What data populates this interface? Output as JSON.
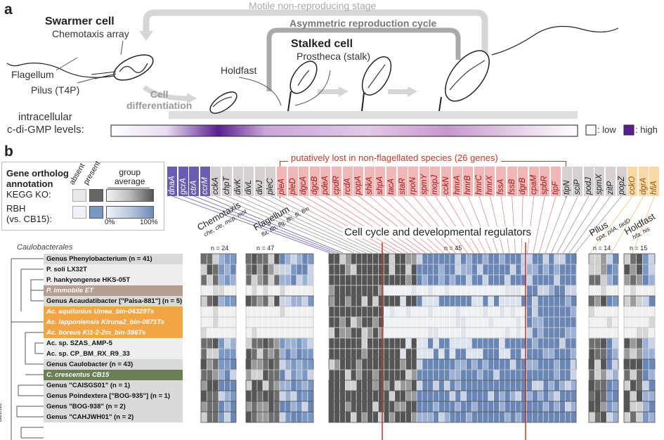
{
  "panel_a": {
    "letter": "a",
    "motile_stage": "Motile non-reproducing stage",
    "asym_cycle": "Asymmetric reproduction cycle",
    "swarmer": "Swarmer cell",
    "chemo_array": "Chemotaxis array",
    "flagellum": "Flagellum",
    "pilus": "Pilus (T4P)",
    "cell_diff_1": "Cell",
    "cell_diff_2": "differentiation",
    "holdfast": "Holdfast",
    "stalked": "Stalked cell",
    "prostheca": "Prostheca (stalk)",
    "cdg_1": "intracellular",
    "cdg_2": "c-di-GMP levels:",
    "low": ": low",
    "high": ": high"
  },
  "panel_b": {
    "letter": "b",
    "legend_title_1": "Gene ortholog",
    "legend_title_2": "annotation",
    "absent": "absent",
    "present": "present",
    "group_avg_1": "group",
    "group_avg_2": "average",
    "kegg": "KEGG KO:",
    "rbh_1": "RBH",
    "rbh_2": "(vs. CB15):",
    "pct0": "0%",
    "pct100": "100%",
    "lost_label": "putatively lost in non-flagellated species (26 genes)",
    "genes": [
      "dnaA",
      "gcrA",
      "ctrA",
      "ccrM",
      "cckA",
      "chpT",
      "divK",
      "divL",
      "divJ",
      "pleC",
      "pleA",
      "pleD",
      "dgcA",
      "dgcB",
      "pdeA",
      "cpdR",
      "rcdA",
      "popA",
      "shkA",
      "shpA",
      "tacA",
      "staR",
      "rpoN",
      "spmY",
      "mopJ",
      "cckN",
      "hmrA",
      "hmrB",
      "hmrC",
      "hmrX",
      "fssA",
      "fssB",
      "dgrB",
      "cpaM",
      "spbR",
      "tipF",
      "tipN",
      "sciP",
      "podJ",
      "spmX",
      "zitP",
      "popZ",
      "cckO",
      "dgrA",
      "hfiA"
    ],
    "categories": {
      "chemotaxis": "Chemotaxis",
      "chemotaxis_sub": "che, cle, mcp, mot",
      "flagellum": "Flagellum",
      "flagellum_sub": "fla, flb, flg, flh, fli, flm",
      "cellcycle": "Cell cycle and developmental regulators",
      "pilus": "Pilus",
      "pilus_sub": "cpa, pilA, tadD",
      "holdfast": "Holdfast",
      "holdfast_sub": "hfa, his"
    },
    "counts": [
      "n = 24",
      "n = 47",
      "n = 45",
      "n = 14",
      "n = 15"
    ],
    "order_label": "Caulobacterales",
    "family_label": "aceae",
    "rows": [
      {
        "label": "Genus Phenylobacterium (n = 41)",
        "bg": "#d9d9d9",
        "color": "#111"
      },
      {
        "label": "P. soli LX32T",
        "bg": "#eeeeee",
        "color": "#111"
      },
      {
        "label": "P. hankyongense HKS-05T",
        "bg": "#eeeeee",
        "color": "#111"
      },
      {
        "label": "P. immobile ET",
        "bg": "#b59e8f",
        "color": "#fff"
      },
      {
        "label": "Genus Acaudatibacter [\"Palsa-881\"] (n = 5)",
        "bg": "#d9d9d9",
        "color": "#111"
      },
      {
        "label": "Ac. aquilonius Umea_bin-04329Ts",
        "bg": "#f2a545",
        "color": "#fff"
      },
      {
        "label": "Ac. lapponiensis Kiruna2_bin-0871Ts",
        "bg": "#f2a545",
        "color": "#fff"
      },
      {
        "label": "Ac. boreus Ki1-2-2m_bin-386Ts",
        "bg": "#f2a545",
        "color": "#fff"
      },
      {
        "label": "Ac. sp. SZAS_AMP-5",
        "bg": "#eeeeee",
        "color": "#111"
      },
      {
        "label": "Ac. sp. CP_BM_RX_R9_33",
        "bg": "#eeeeee",
        "color": "#111"
      },
      {
        "label": "Genus Caulobacter (n = 43)",
        "bg": "#d9d9d9",
        "color": "#111"
      },
      {
        "label": "C. crescentus CB15",
        "bg": "#6a7f55",
        "color": "#fff"
      },
      {
        "label": "Genus \"CAISGS01\" (n = 1)",
        "bg": "#d9d9d9",
        "color": "#111"
      },
      {
        "label": "Genus Poindextera [\"BOG-935\"] (n = 1)",
        "bg": "#d9d9d9",
        "color": "#111"
      },
      {
        "label": "Genus \"BOG-938\" (n = 2)",
        "bg": "#d9d9d9",
        "color": "#111"
      },
      {
        "label": "Genus \"CAHJWH01\" (n = 2)",
        "bg": "#d9d9d9",
        "color": "#111"
      }
    ]
  }
}
